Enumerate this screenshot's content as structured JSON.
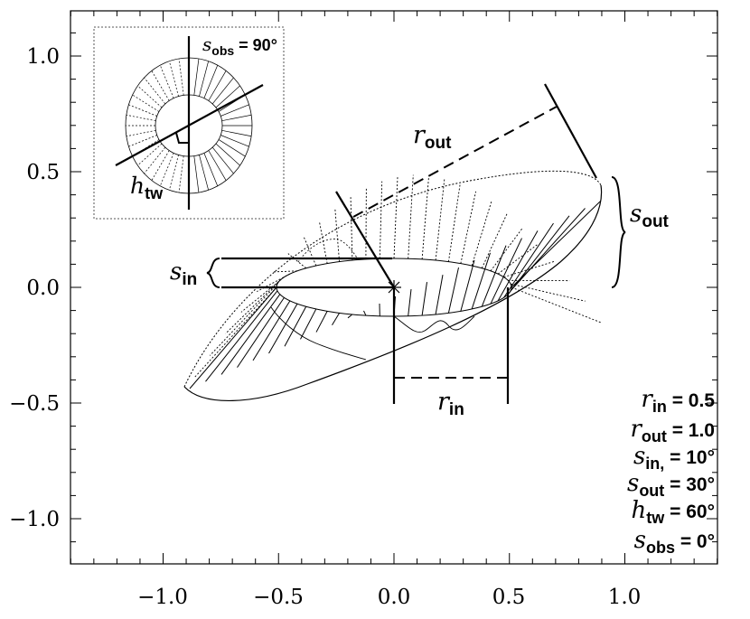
{
  "axes": {
    "x_ticks": [
      "−1.0",
      "−0.5",
      "0.0",
      "0.5",
      "1.0"
    ],
    "y_ticks": [
      "1.0",
      "0.5",
      "0.0",
      "−0.5",
      "−1.0"
    ],
    "xlim": [
      -1.4,
      1.4
    ],
    "ylim": [
      -1.2,
      1.2
    ]
  },
  "labels": {
    "r_out": {
      "sym": "r",
      "sub": "out"
    },
    "r_in": {
      "sym": "r",
      "sub": "in"
    },
    "s_in": {
      "sym": "s",
      "sub": "in"
    },
    "s_out": {
      "sym": "s",
      "sub": "out"
    },
    "h_tw": {
      "sym": "h",
      "sub": "tw"
    },
    "inset_s_obs": {
      "sym": "s",
      "sub": "obs",
      "value": " = 90°"
    }
  },
  "params": [
    {
      "sym": "r",
      "sub": "in",
      "value": " = 0.5"
    },
    {
      "sym": "r",
      "sub": "out",
      "value": " = 1.0"
    },
    {
      "sym": "s",
      "sub": "in,",
      "value": " = 10°"
    },
    {
      "sym": "s",
      "sub": "out",
      "value": " = 30°"
    },
    {
      "sym": "h",
      "sub": "tw",
      "value": " = 60°"
    },
    {
      "sym": "s",
      "sub": "obs",
      "value": " = 0°"
    }
  ]
}
